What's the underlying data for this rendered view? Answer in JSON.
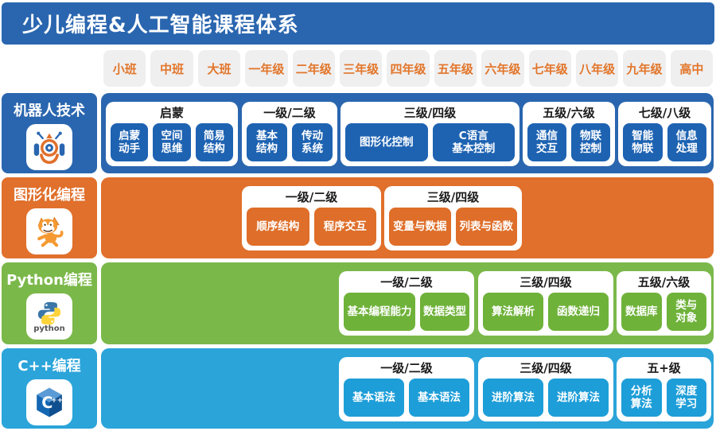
{
  "header": {
    "title": "少儿编程&人工智能课程体系",
    "bg_color": "#2A66AF",
    "text_color": "#FFFFFF"
  },
  "grades": [
    "小班",
    "中班",
    "大班",
    "一年级",
    "二年级",
    "三年级",
    "四年级",
    "五年级",
    "六年级",
    "七年级",
    "八年级",
    "九年级",
    "高中"
  ],
  "grade_chip": {
    "bg_color": "#EFEFF0",
    "text_color": "#E2762B"
  },
  "rows": [
    {
      "label": "机器人技术",
      "icon": "robot-icon",
      "band_color": "#2A66AF",
      "item_color": "#1E63B2",
      "groups": [
        {
          "title": "启蒙",
          "items": [
            "启蒙\n动手",
            "空间\n思维",
            "简易\n结构"
          ]
        },
        {
          "title": "一级/二级",
          "items": [
            "基本\n结构",
            "传动\n系统"
          ]
        },
        {
          "title": "三级/四级",
          "items": [
            "图形化控制",
            "C语言\n基本控制"
          ]
        },
        {
          "title": "五级/六级",
          "items": [
            "通信\n交互",
            "物联\n控制"
          ]
        },
        {
          "title": "七级/八级",
          "items": [
            "智能\n物联",
            "信息\n处理"
          ]
        }
      ]
    },
    {
      "label": "图形化编程",
      "icon": "scratch-cat-icon",
      "band_color": "#E0702C",
      "item_color": "#DE6E29",
      "groups": [
        {
          "title": "一级/二级",
          "items": [
            "顺序结构",
            "程序交互"
          ]
        },
        {
          "title": "三级/四级",
          "items": [
            "变量与数据",
            "列表与函数"
          ]
        }
      ]
    },
    {
      "label": "Python编程",
      "icon": "python-icon",
      "icon_caption": "python",
      "band_color": "#7BB84A",
      "item_color": "#6FB23A",
      "groups": [
        {
          "title": "一级/二级",
          "items": [
            "基本编程能力",
            "数据类型"
          ]
        },
        {
          "title": "三级/四级",
          "items": [
            "算法解析",
            "函数递归"
          ]
        },
        {
          "title": "五级/六级",
          "items": [
            "数据库",
            "类与\n对象"
          ]
        }
      ]
    },
    {
      "label": "C++编程",
      "icon": "cpp-icon",
      "icon_text": "C",
      "icon_text_small": "++",
      "band_color": "#2BA4DA",
      "item_color": "#1E9ED8",
      "groups": [
        {
          "title": "一级/二级",
          "items": [
            "基本语法",
            "基本语法"
          ]
        },
        {
          "title": "三级/四级",
          "items": [
            "进阶算法",
            "进阶算法"
          ]
        },
        {
          "title": "五+级",
          "items": [
            "分析\n算法",
            "深度\n学习"
          ]
        }
      ]
    }
  ]
}
